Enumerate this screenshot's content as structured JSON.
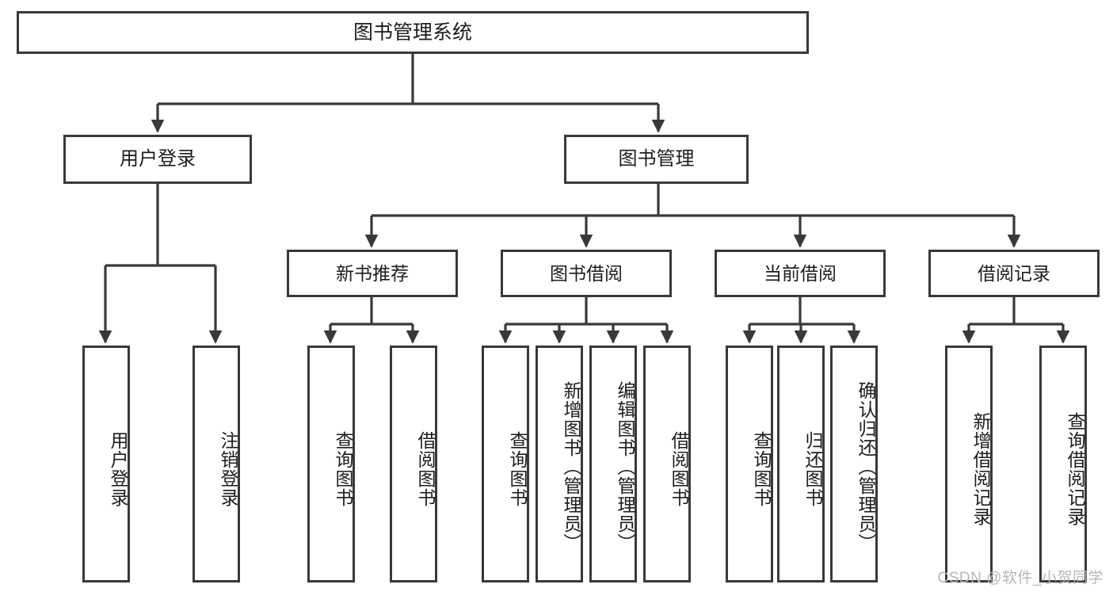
{
  "diagram": {
    "type": "tree-hierarchy",
    "title": "图书管理系统",
    "root": {
      "label": "图书管理系统"
    },
    "level1": [
      {
        "label": "用户登录"
      },
      {
        "label": "图书管理"
      }
    ],
    "level2": [
      {
        "label": "新书推荐",
        "parent": "图书管理"
      },
      {
        "label": "图书借阅",
        "parent": "图书管理"
      },
      {
        "label": "当前借阅",
        "parent": "图书管理"
      },
      {
        "label": "借阅记录",
        "parent": "图书管理"
      }
    ],
    "leaves": {
      "user_login": [
        {
          "label": "用户登录"
        },
        {
          "label": "注销登录"
        }
      ],
      "new_book_recommend": [
        {
          "label": "查询图书"
        },
        {
          "label": "借阅图书"
        }
      ],
      "book_borrow": [
        {
          "label": "查询图书"
        },
        {
          "label": "新增图书（管理员）"
        },
        {
          "label": "编辑图书（管理员）"
        },
        {
          "label": "借阅图书"
        }
      ],
      "current_borrow": [
        {
          "label": "查询图书"
        },
        {
          "label": "归还图书"
        },
        {
          "label": "确认归还（管理员）"
        }
      ],
      "borrow_record": [
        {
          "label": "新增借阅记录"
        },
        {
          "label": "查询借阅记录"
        }
      ]
    }
  },
  "watermark": {
    "text": "CSDN @软件_小贺同学"
  },
  "colors": {
    "line": "#393939",
    "box_border": "#393939",
    "background": "#ffffff",
    "text": "#1d1d1d",
    "watermark": "#b6b6b6"
  }
}
